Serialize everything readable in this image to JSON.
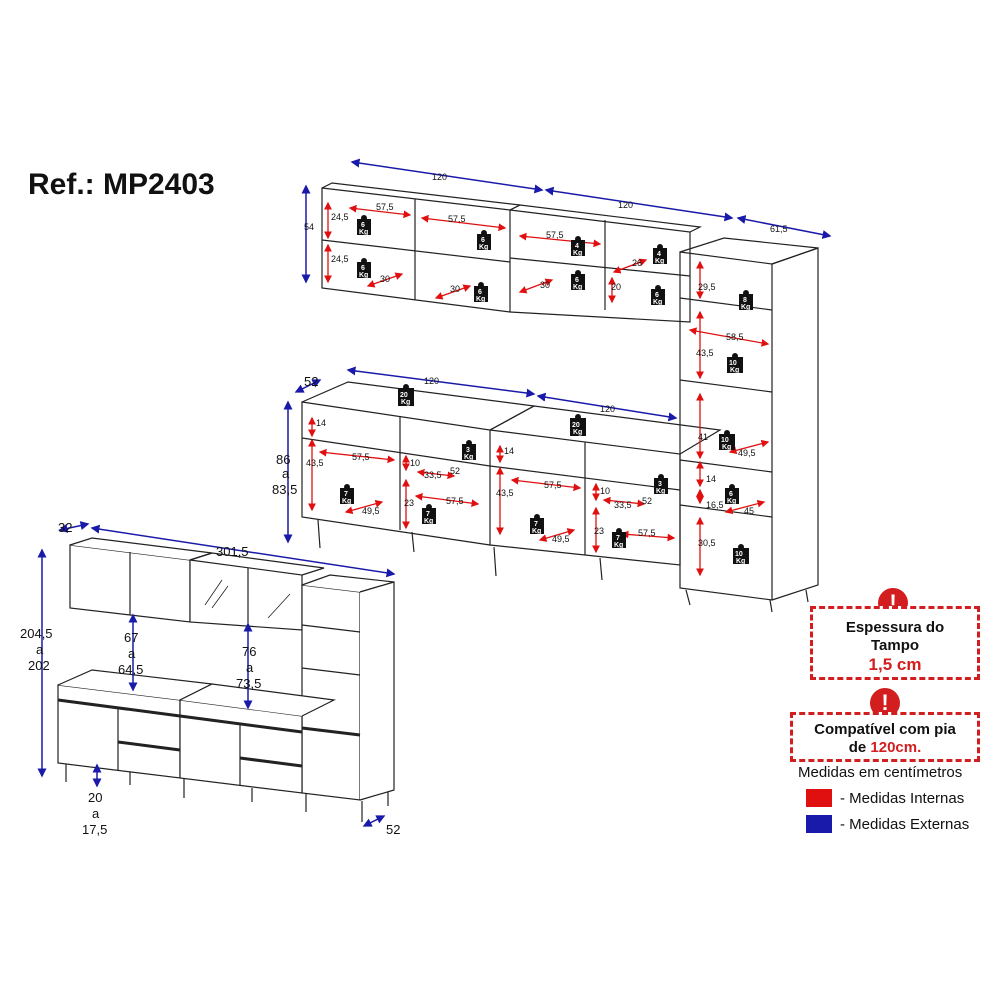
{
  "reference": "Ref.: MP2403",
  "notices": {
    "tampo": {
      "title_line1": "Espessura do",
      "title_line2": "Tampo",
      "value": "1,5 cm"
    },
    "pia": {
      "line1": "Compatível com pia",
      "line2_prefix": "de ",
      "line2_value": "120cm."
    }
  },
  "legend": {
    "title": "Medidas em centímetros",
    "items": [
      {
        "label": "- Medidas Internas",
        "color": "#e01010"
      },
      {
        "label": "- Medidas Externas",
        "color": "#1a1aaa"
      }
    ]
  },
  "colors": {
    "internal": "#e01010",
    "external": "#1a1aaa",
    "warning": "#d21e1e"
  },
  "weight_unit": "Kg",
  "exploded_view": {
    "upper": {
      "width_left": "120",
      "width_right": "120",
      "width_tower": "61,5",
      "height": "54",
      "shelf_heights": [
        "24,5",
        "24,5"
      ],
      "internal_widths": [
        "57,5",
        "57,5",
        "57,5"
      ],
      "depths": [
        "30",
        "30",
        "30",
        "26",
        "20",
        "29,5",
        "58,5"
      ],
      "loads": [
        "6",
        "6",
        "6",
        "6",
        "4",
        "6",
        "4",
        "6",
        "8"
      ]
    },
    "lower": {
      "width_left": "120",
      "width_right": "120",
      "depth": "52",
      "height_line1": "86",
      "height_line2": "a",
      "height_line3": "83,5",
      "top_load": "20",
      "inner": [
        "14",
        "43,5",
        "57,5",
        "10",
        "33,5",
        "52",
        "23",
        "49,5",
        "57,5"
      ],
      "loads": [
        "3",
        "7",
        "7",
        "3",
        "7",
        "7"
      ]
    },
    "tower": {
      "inner": [
        "43,5",
        "41",
        "49,5",
        "14",
        "16,5",
        "45",
        "30,5"
      ],
      "loads": [
        "10",
        "10",
        "6",
        "10"
      ]
    }
  },
  "assembled_view": {
    "depth_top": "32",
    "total_width": "301,5",
    "height_line1": "204,5",
    "height_line2": "a",
    "height_line3": "202",
    "gap1_line1": "67",
    "gap1_line2": "a",
    "gap1_line3": "64,5",
    "gap2_line1": "76",
    "gap2_line2": "a",
    "gap2_line3": "73,5",
    "leg_line1": "20",
    "leg_line2": "a",
    "leg_line3": "17,5",
    "depth_bottom": "52"
  }
}
